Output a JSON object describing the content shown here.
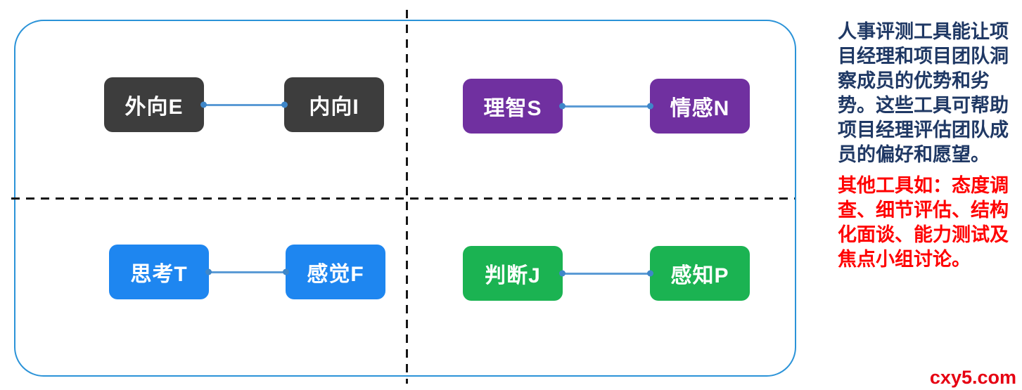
{
  "diagram": {
    "title_hint": "MBTI preference pairs quadrant",
    "quadrants": [
      {
        "name": "extraversion-introversion",
        "left_label": "外向E",
        "right_label": "内向I",
        "color": "#3d3d3d"
      },
      {
        "name": "sensing-intuition",
        "left_label": "理智S",
        "right_label": "情感N",
        "color": "#7030a0"
      },
      {
        "name": "thinking-feeling",
        "left_label": "思考T",
        "right_label": "感觉F",
        "color": "#1e86f0"
      },
      {
        "name": "judging-perceiving",
        "left_label": "判断J",
        "right_label": "感知P",
        "color": "#1bb352"
      }
    ],
    "frame_border_color": "#2b93d8",
    "connector_color": "#5b9bd5",
    "divider_color": "#161616"
  },
  "notes": {
    "p1": "人事评测工具能让项目经理和项目团队洞察成员的优势和劣势。这些工具可帮助项目经理评估团队成员的偏好和愿望。",
    "p1_color": "#1f3864",
    "p2": "其他工具如：态度调查、细节评估、结构化面谈、能力测试及焦点小组讨论。",
    "p2_color": "#ff0000"
  },
  "watermark": {
    "text": "cxy5.com",
    "color": "#e60012"
  }
}
